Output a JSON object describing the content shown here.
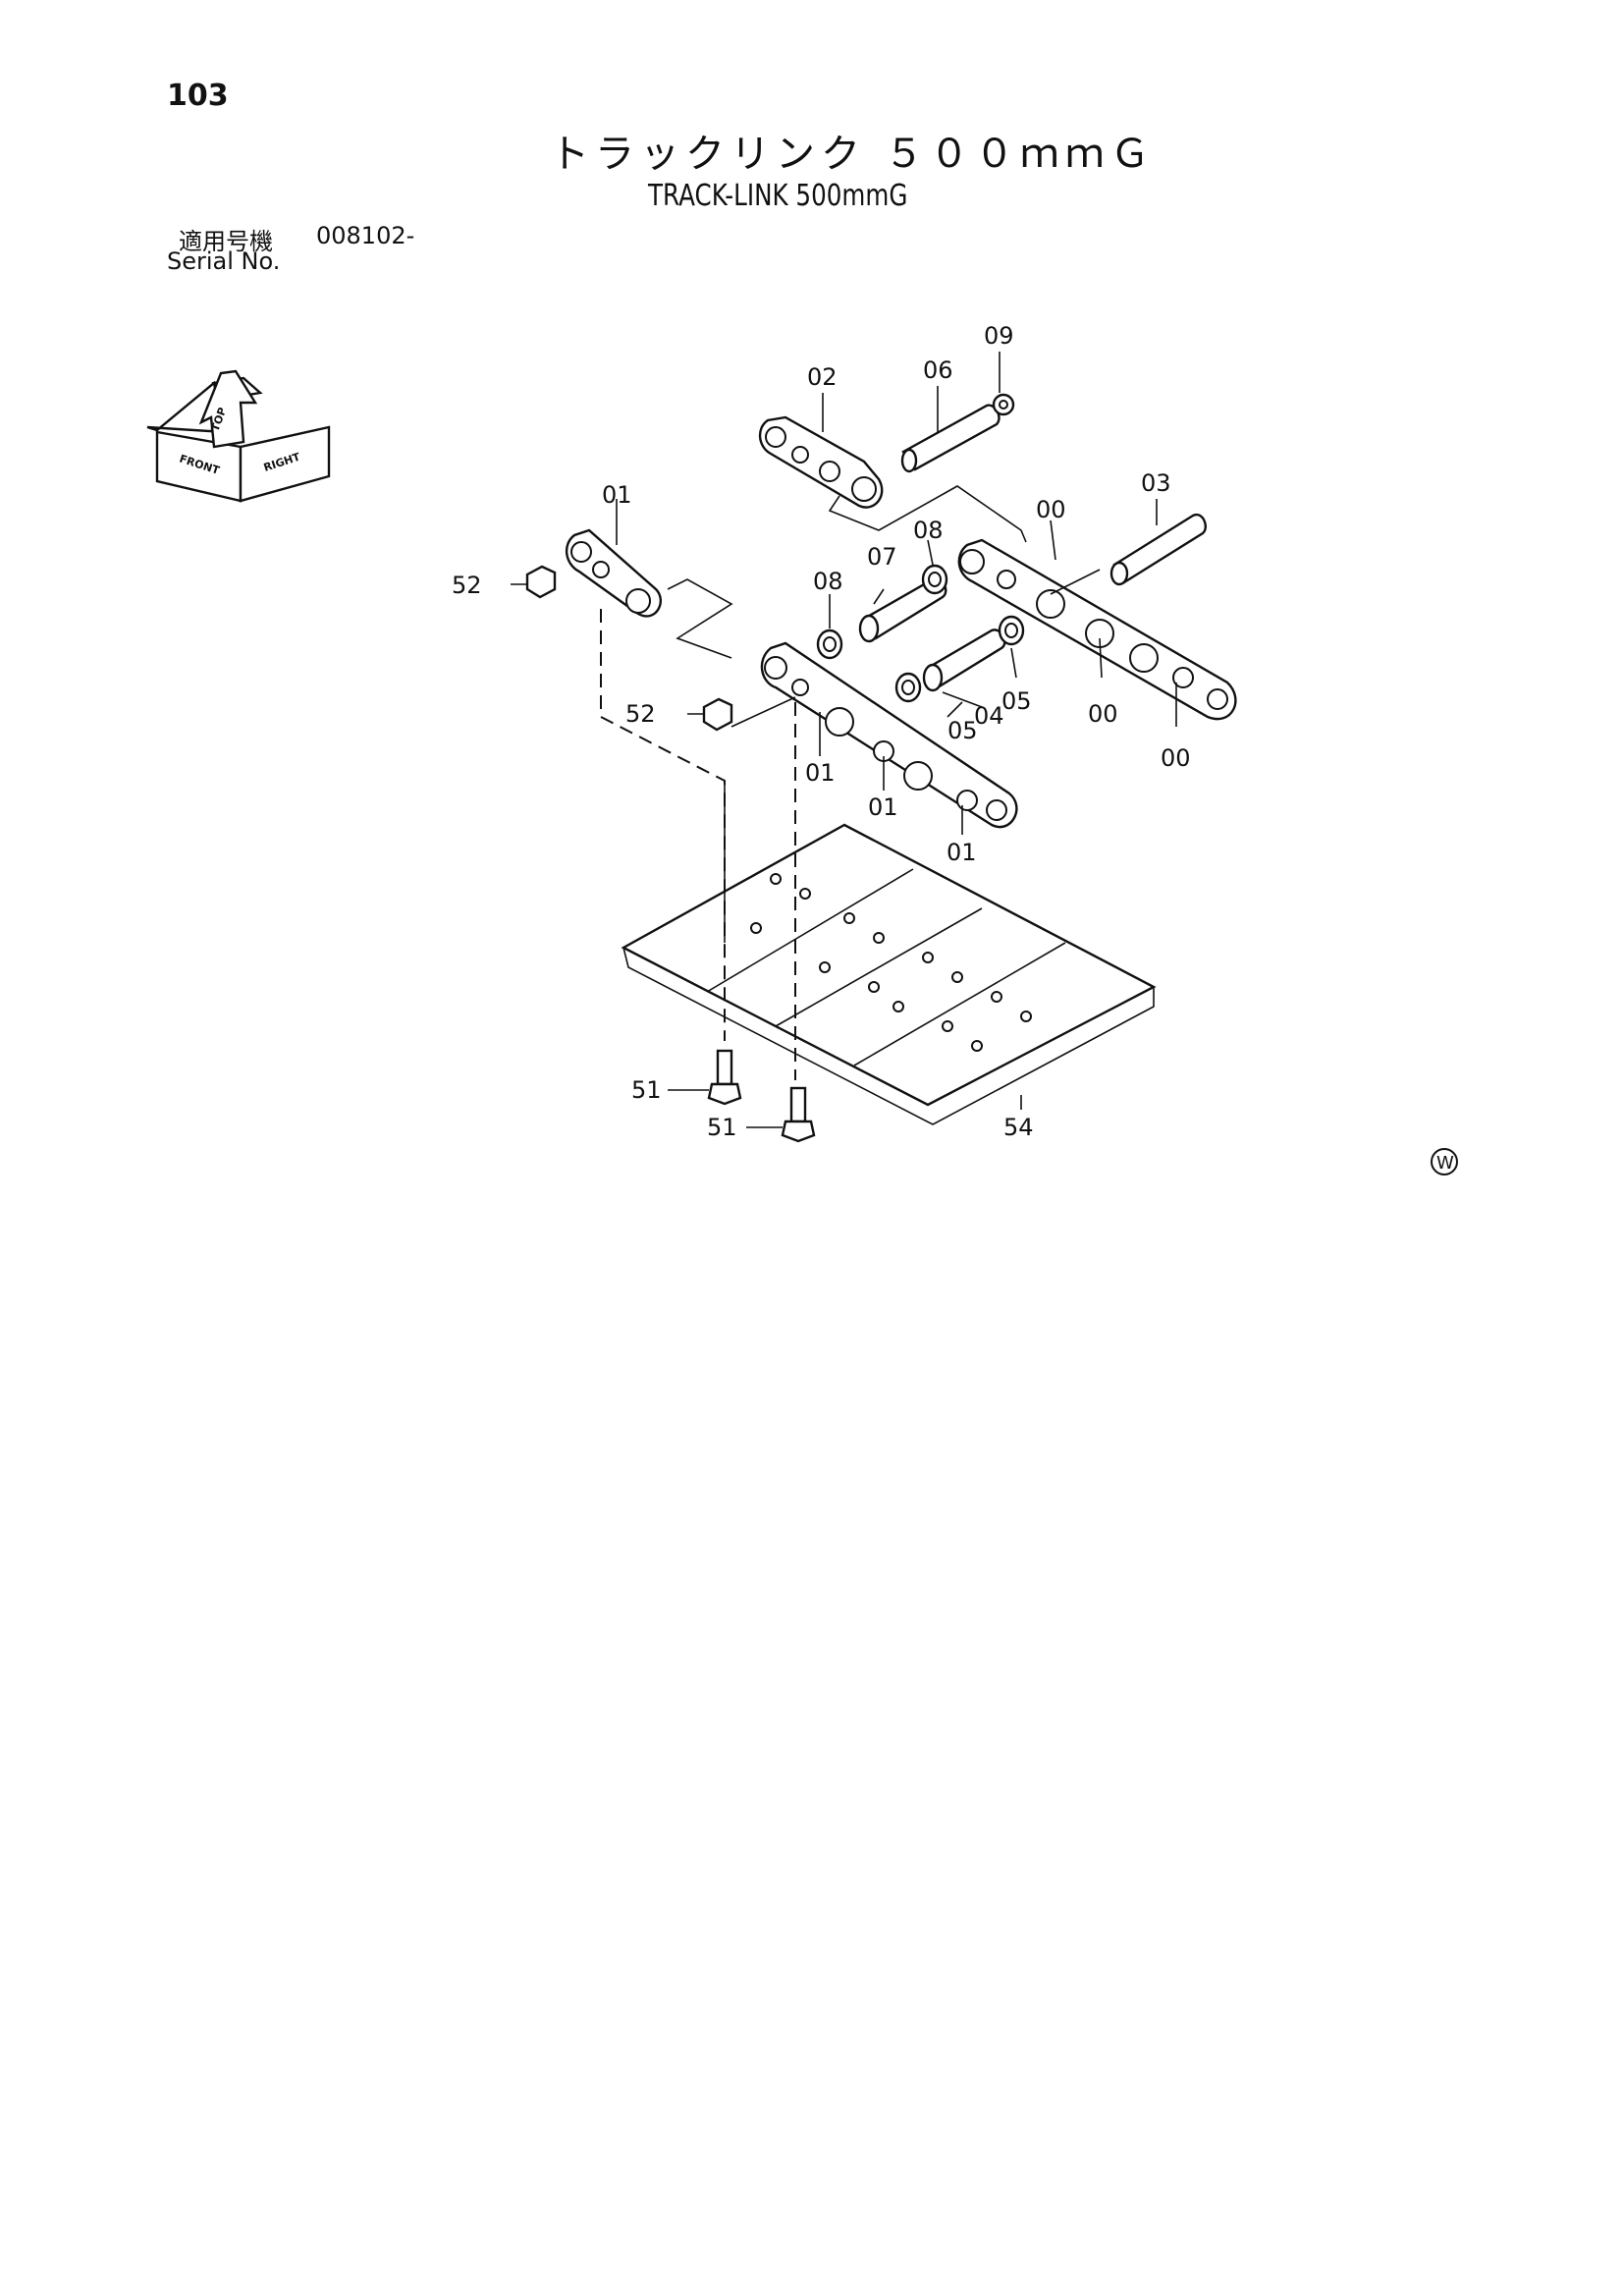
{
  "page_number": "103",
  "title": {
    "japanese": "トラックリンク ５００ｍｍＧ",
    "english": "TRACK-LINK 500mmG"
  },
  "serial": {
    "label_jp": "適用号機",
    "value": "008102-",
    "label_en": "Serial No."
  },
  "orientation_icon": {
    "icon": "orientation-cube-icon",
    "faces": [
      "FRONT",
      "RIGHT",
      "TOP"
    ]
  },
  "callouts": {
    "c09": "09",
    "c02": "02",
    "c06": "06",
    "c03": "03",
    "c01_top": "01",
    "c00_top": "00",
    "c08_a": "08",
    "c07": "07",
    "c08_b": "08",
    "c52_a": "52",
    "c52_b": "52",
    "c05_a": "05",
    "c04": "04",
    "c05_b": "05",
    "c00_mid": "00",
    "c00_bot": "00",
    "c01_a": "01",
    "c01_b": "01",
    "c01_c": "01",
    "c51_a": "51",
    "c51_b": "51",
    "c54": "54"
  },
  "watermark_symbol": "W"
}
